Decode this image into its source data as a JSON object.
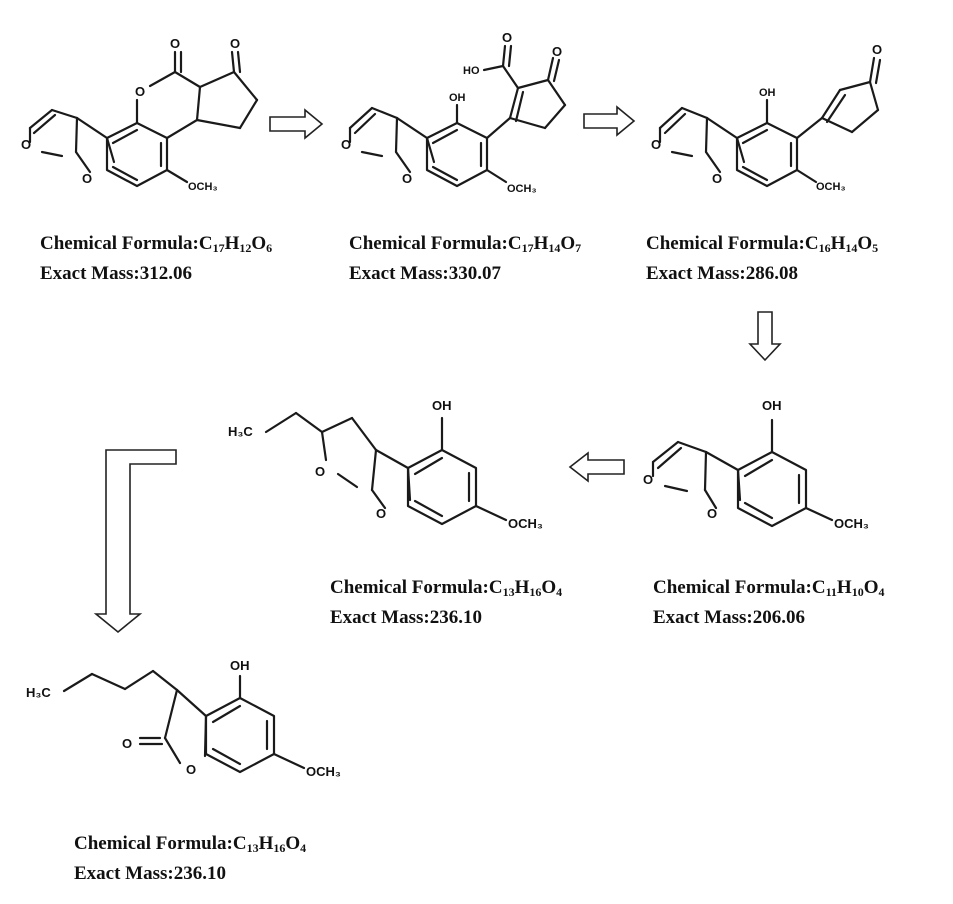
{
  "compounds": [
    {
      "formula_label": "Chemical Formula:",
      "formula": [
        [
          "C",
          "17"
        ],
        [
          "H",
          "12"
        ],
        [
          "O",
          "6"
        ]
      ],
      "mass_label": "Exact Mass:",
      "mass": "312.06"
    },
    {
      "formula_label": "Chemical Formula:",
      "formula": [
        [
          "C",
          "17"
        ],
        [
          "H",
          "14"
        ],
        [
          "O",
          "7"
        ]
      ],
      "mass_label": "Exact Mass:",
      "mass": "330.07"
    },
    {
      "formula_label": "Chemical Formula:",
      "formula": [
        [
          "C",
          "16"
        ],
        [
          "H",
          "14"
        ],
        [
          "O",
          "5"
        ]
      ],
      "mass_label": "Exact Mass:",
      "mass": "286.08"
    },
    {
      "formula_label": "Chemical Formula:",
      "formula": [
        [
          "C",
          "11"
        ],
        [
          "H",
          "10"
        ],
        [
          "O",
          "4"
        ]
      ],
      "mass_label": "Exact Mass:",
      "mass": "206.06"
    },
    {
      "formula_label": "Chemical Formula:",
      "formula": [
        [
          "C",
          "13"
        ],
        [
          "H",
          "16"
        ],
        [
          "O",
          "4"
        ]
      ],
      "mass_label": "Exact Mass:",
      "mass": "236.10"
    },
    {
      "formula_label": "Chemical Formula:",
      "formula": [
        [
          "C",
          "13"
        ],
        [
          "H",
          "16"
        ],
        [
          "O",
          "4"
        ]
      ],
      "mass_label": "Exact Mass:",
      "mass": "236.10"
    }
  ],
  "atom_labels": {
    "o": "O",
    "oh": "OH",
    "och3": "OCH₃",
    "ho": "HO",
    "h3c": "H₃C"
  }
}
